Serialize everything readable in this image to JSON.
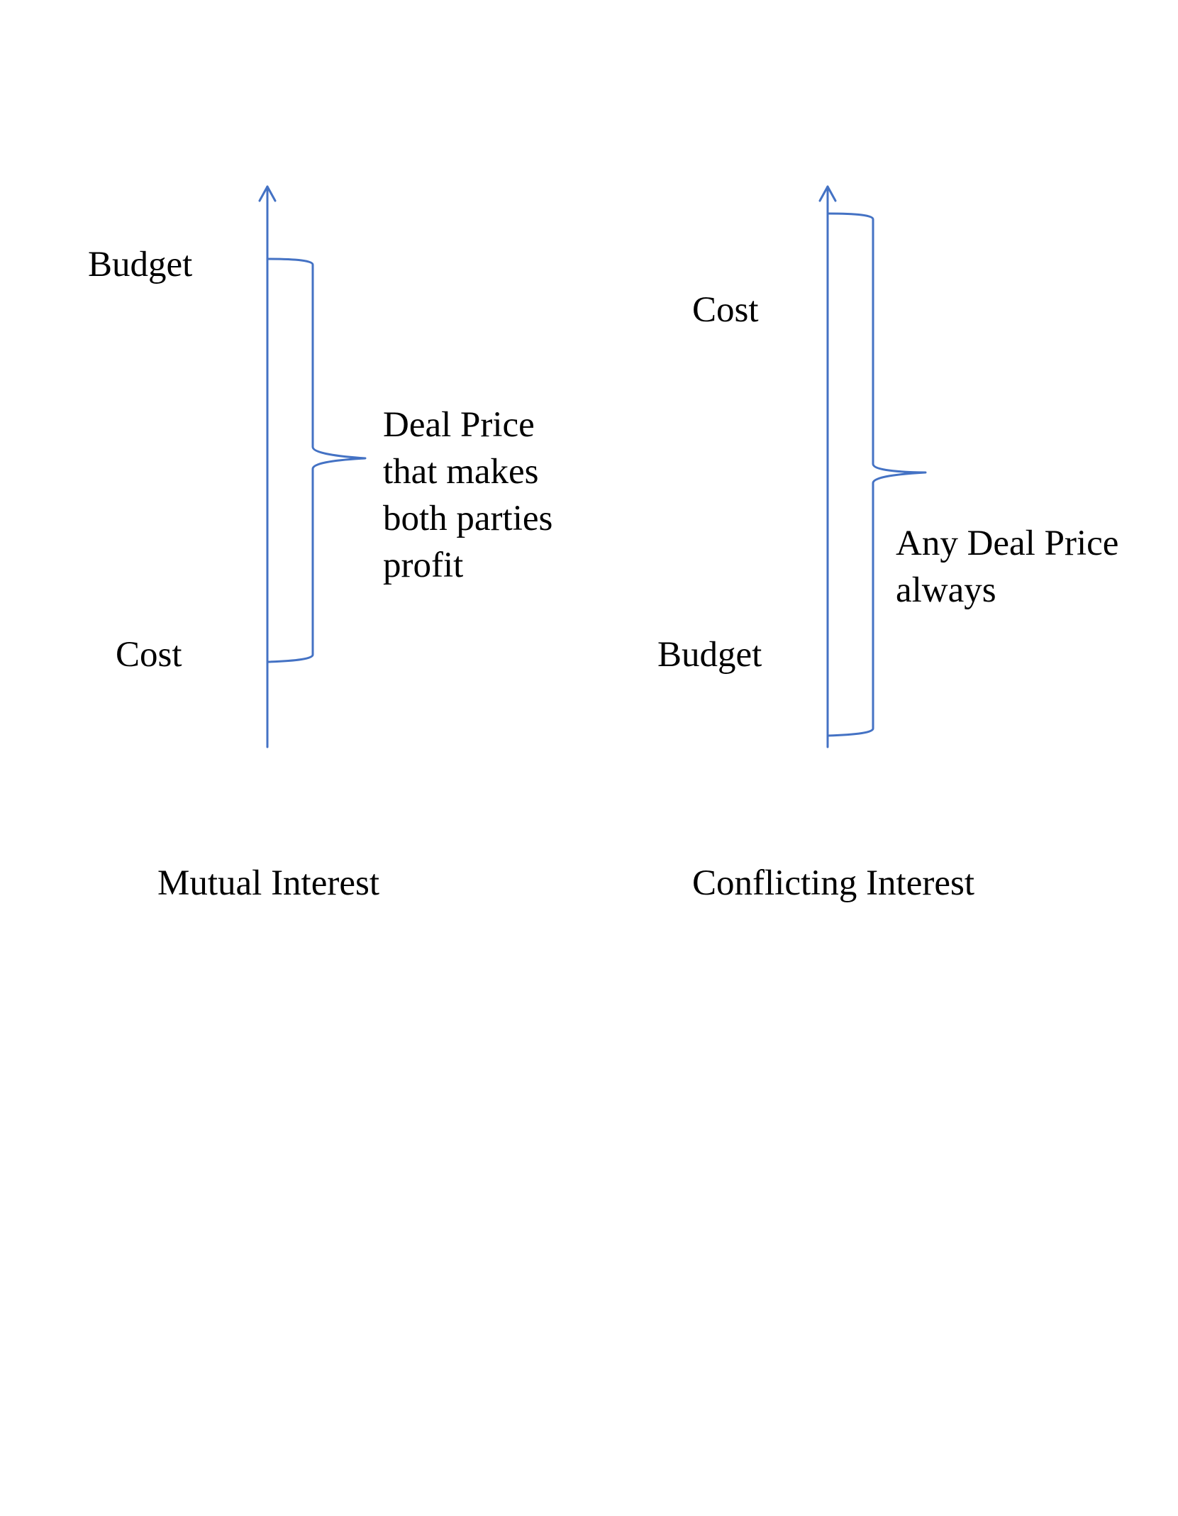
{
  "colors": {
    "line": "#4472C4",
    "text": "#000000",
    "background": "#ffffff"
  },
  "left_panel": {
    "title": "Mutual Interest",
    "top_label": "Budget",
    "bottom_label": "Cost",
    "bracket_lines": [
      "Deal Price",
      "that makes",
      "both parties",
      "profit"
    ]
  },
  "right_panel": {
    "title": "Conflicting Interest",
    "top_label": "Cost",
    "bottom_label": "Budget",
    "bracket_lines": [
      "Any Deal Price",
      "always"
    ]
  }
}
